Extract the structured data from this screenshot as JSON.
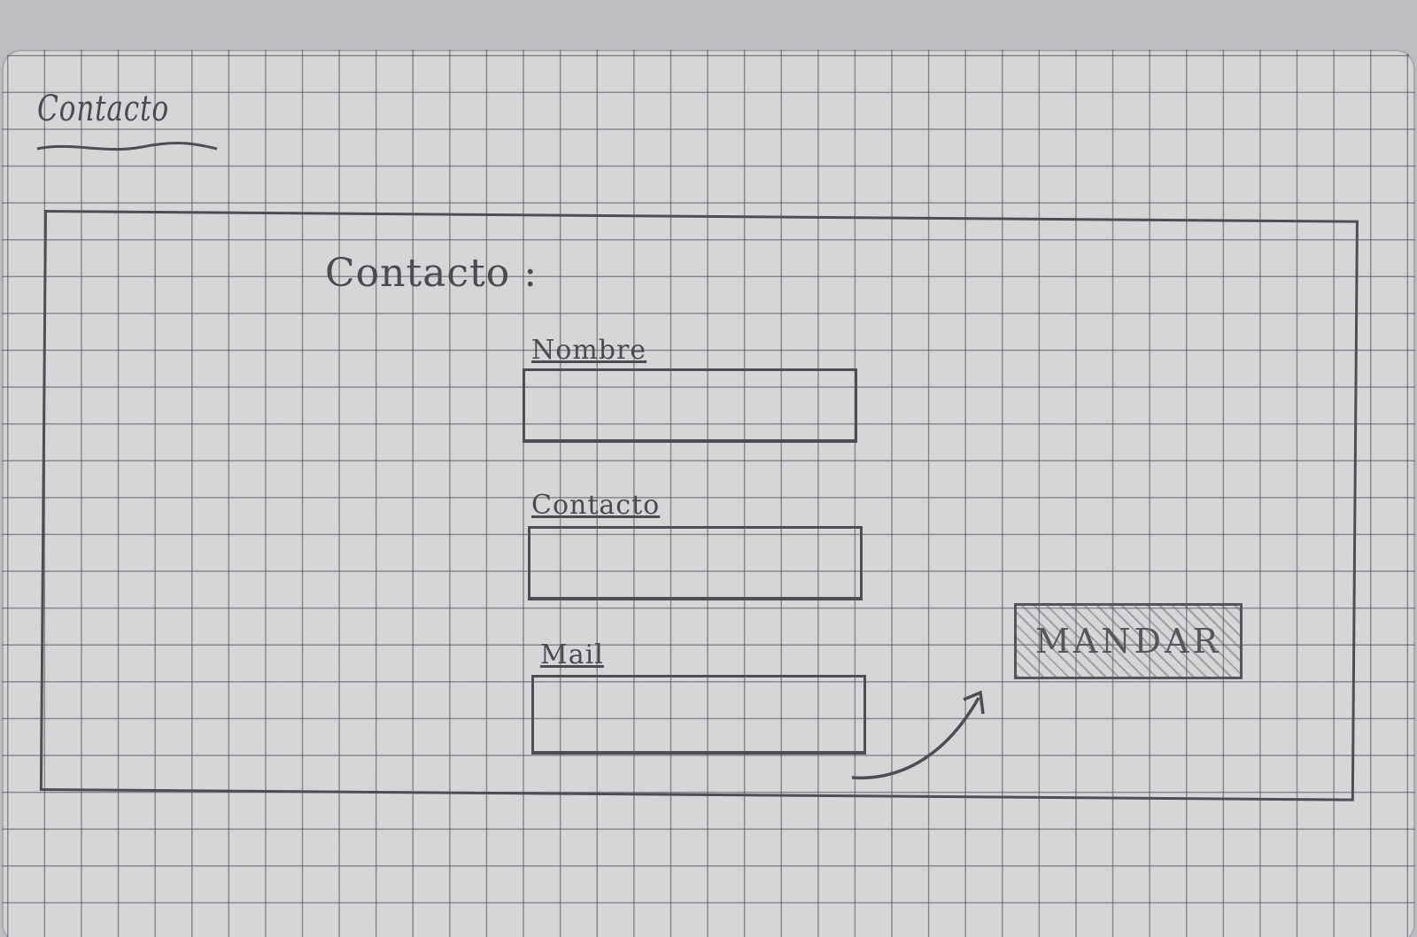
{
  "page_heading": "Contacto",
  "form": {
    "title": "Contacto :",
    "fields": [
      {
        "label": "Nombre",
        "value": ""
      },
      {
        "label": "Contacto",
        "value": ""
      },
      {
        "label": "Mail",
        "value": ""
      }
    ]
  },
  "submit_label": "MANDAR",
  "icons": {
    "flow_arrow": "curved-arrow-icon"
  },
  "colors": {
    "pencil": "#4d4e52",
    "paper": "#d5d6d8"
  }
}
